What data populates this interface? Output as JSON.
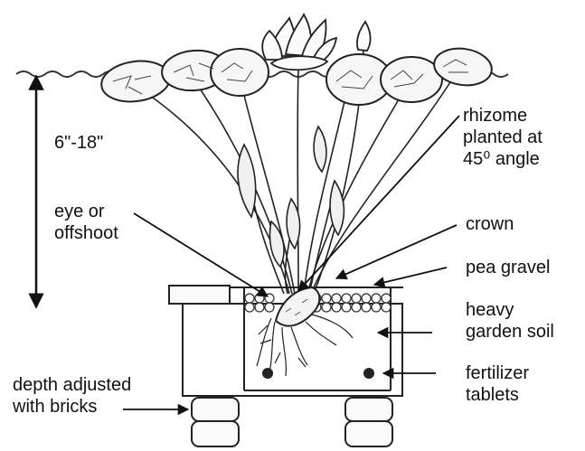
{
  "labels": {
    "depth": "6\"-18\"",
    "rhizome": [
      "rhizome",
      "planted at",
      "45⁰ angle"
    ],
    "eye": [
      "eye or",
      "offshoot"
    ],
    "crown": "crown",
    "pea_gravel": "pea gravel",
    "soil": [
      "heavy",
      "garden soil"
    ],
    "fertilizer": [
      "fertilizer",
      "tablets"
    ],
    "bricks": [
      "depth adjusted",
      "with bricks"
    ]
  }
}
